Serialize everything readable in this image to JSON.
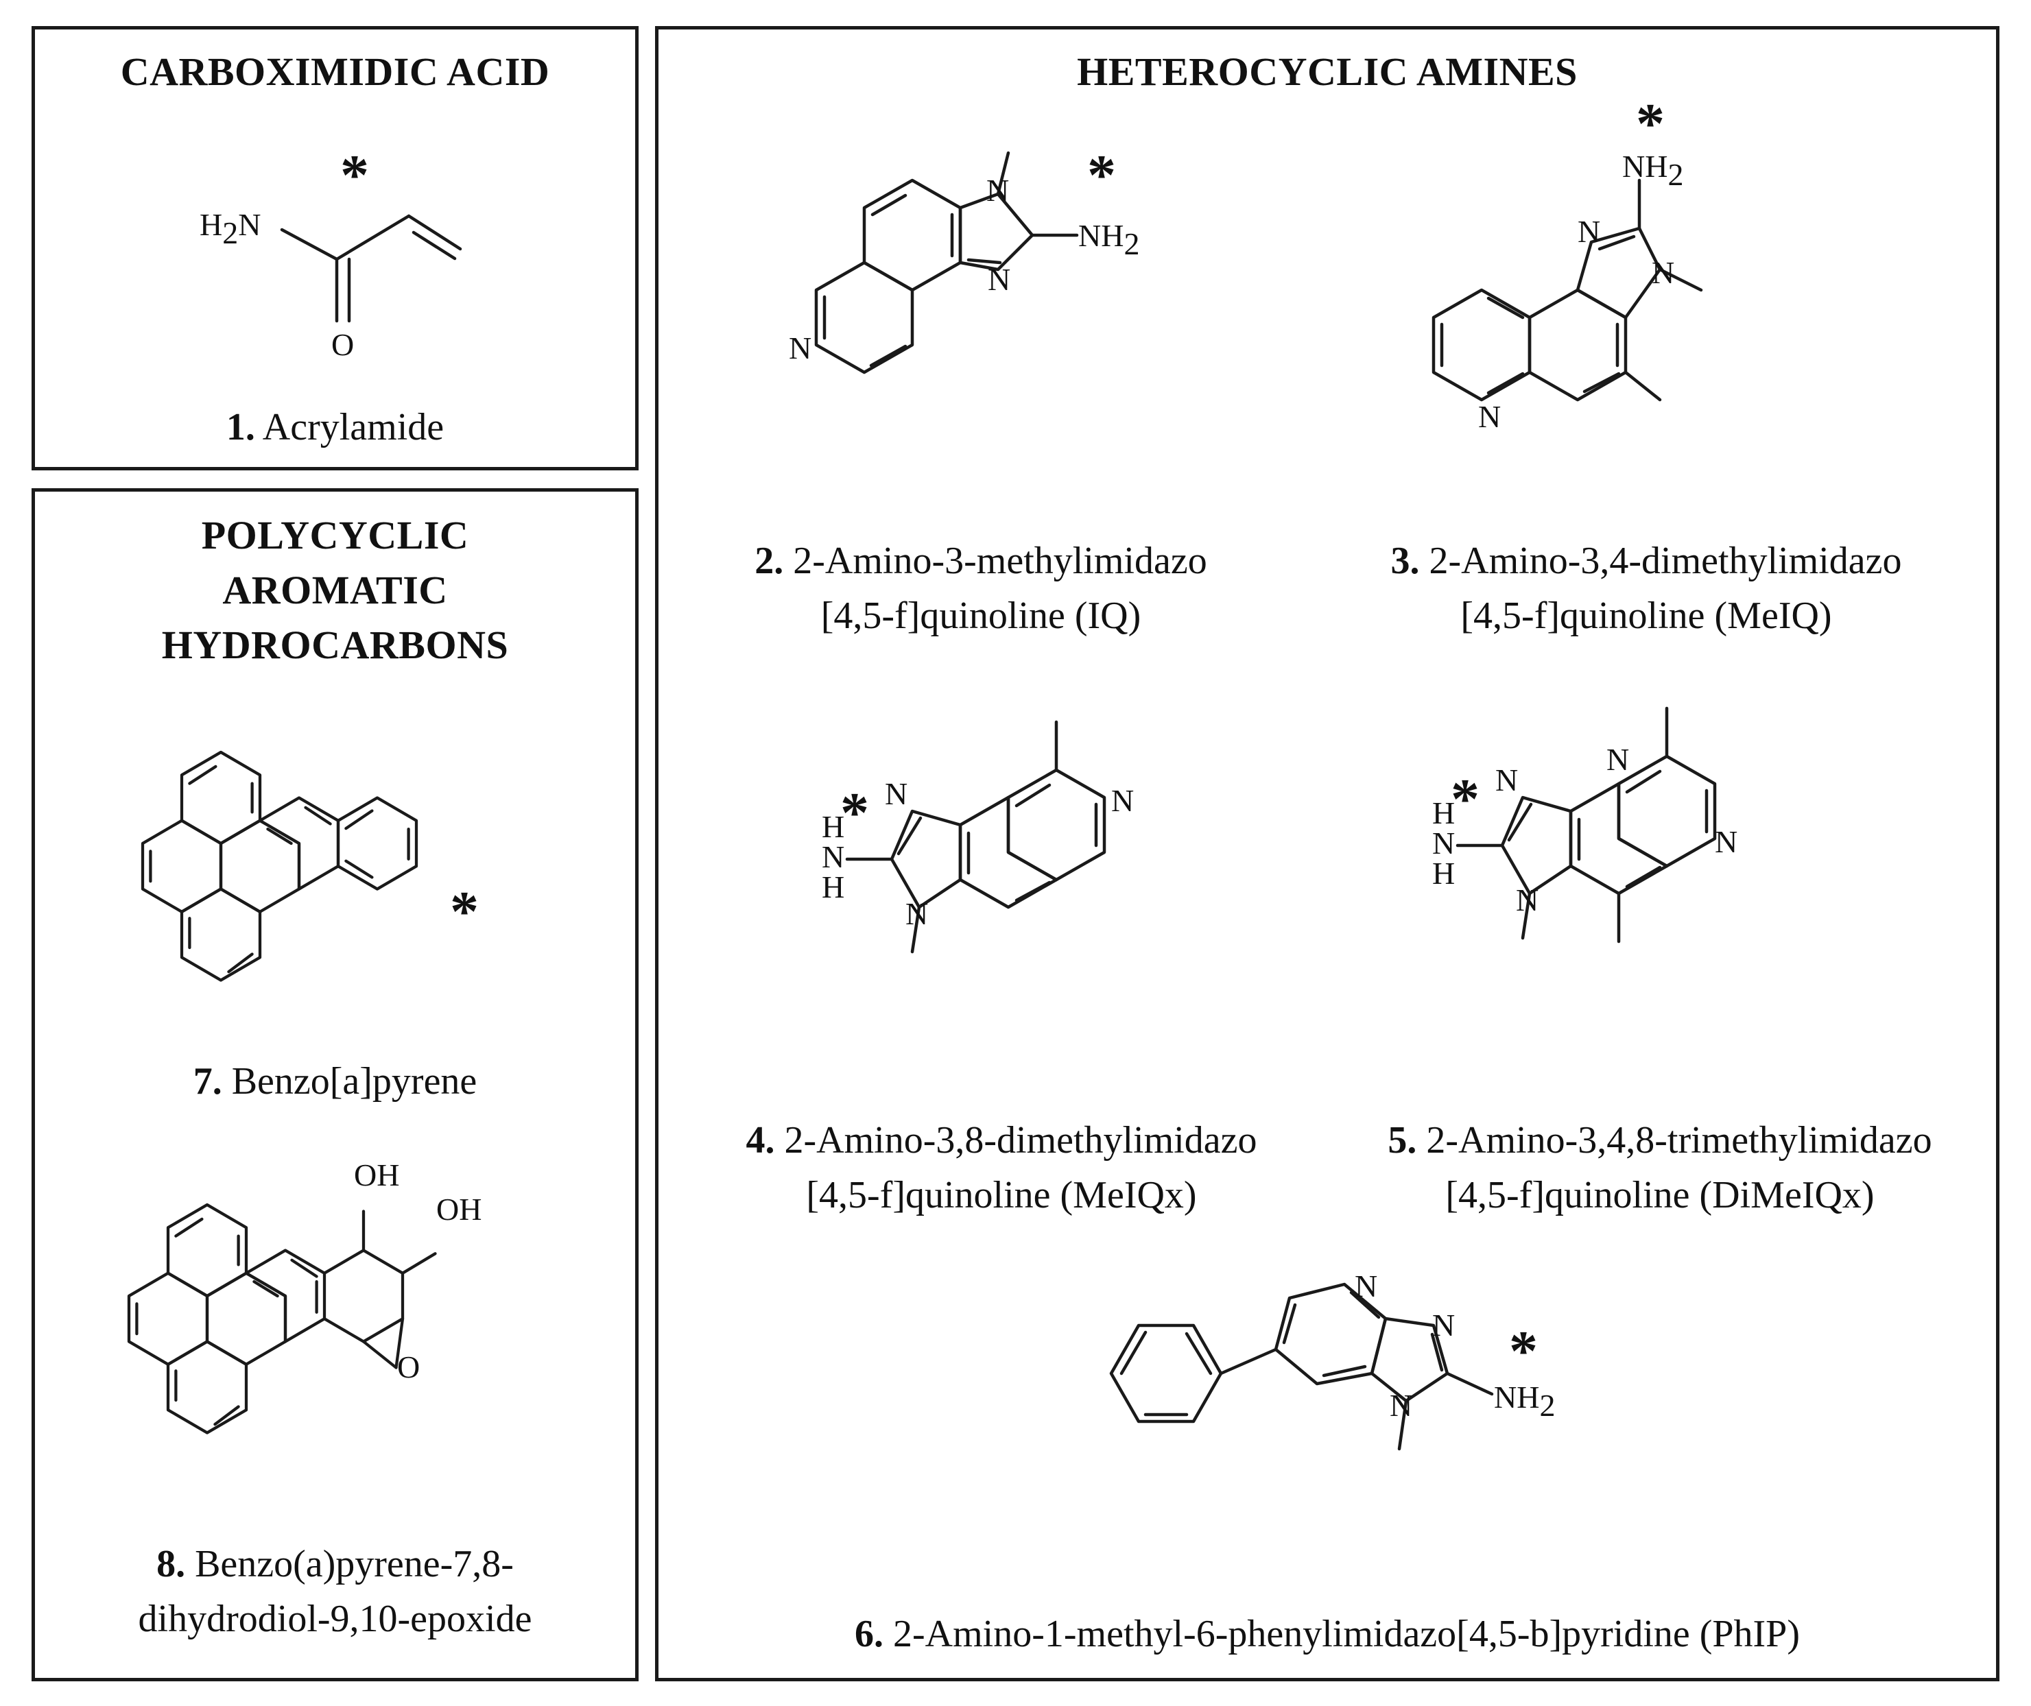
{
  "panels": {
    "carboximidic": {
      "title": "CARBOXIMIDIC ACID",
      "compounds": [
        {
          "number": "1.",
          "name": "Acrylamide"
        }
      ]
    },
    "pah": {
      "title_lines": [
        "POLYCYCLIC",
        "AROMATIC",
        "HYDROCARBONS"
      ],
      "compounds": [
        {
          "number": "7.",
          "name": "Benzo[a]pyrene"
        },
        {
          "number": "8.",
          "name_lines": [
            "Benzo(a)pyrene-7,8-",
            "dihydrodiol-9,10-epoxide"
          ]
        }
      ]
    },
    "hca": {
      "title": "HETEROCYCLIC AMINES",
      "compounds": [
        {
          "number": "2.",
          "name_lines": [
            "2-Amino-3-methylimidazo",
            "[4,5-f]quinoline (IQ)"
          ]
        },
        {
          "number": "3.",
          "name_lines": [
            "2-Amino-3,4-dimethylimidazo",
            "[4,5-f]quinoline (MeIQ)"
          ]
        },
        {
          "number": "4.",
          "name_lines": [
            "2-Amino-3,8-dimethylimidazo",
            "[4,5-f]quinoline (MeIQx)"
          ]
        },
        {
          "number": "5.",
          "name_lines": [
            "2-Amino-3,4,8-trimethylimidazo",
            "[4,5-f]quinoline (DiMeIQx)"
          ]
        },
        {
          "number": "6.",
          "name": "2-Amino-1-methyl-6-phenylimidazo[4,5-b]pyridine (PhIP)"
        }
      ]
    }
  },
  "atom_labels": {
    "amine": "H2N",
    "nh2": "NH2",
    "n": "N",
    "o": "O",
    "oh": "OH",
    "h": "H",
    "star": "*"
  }
}
